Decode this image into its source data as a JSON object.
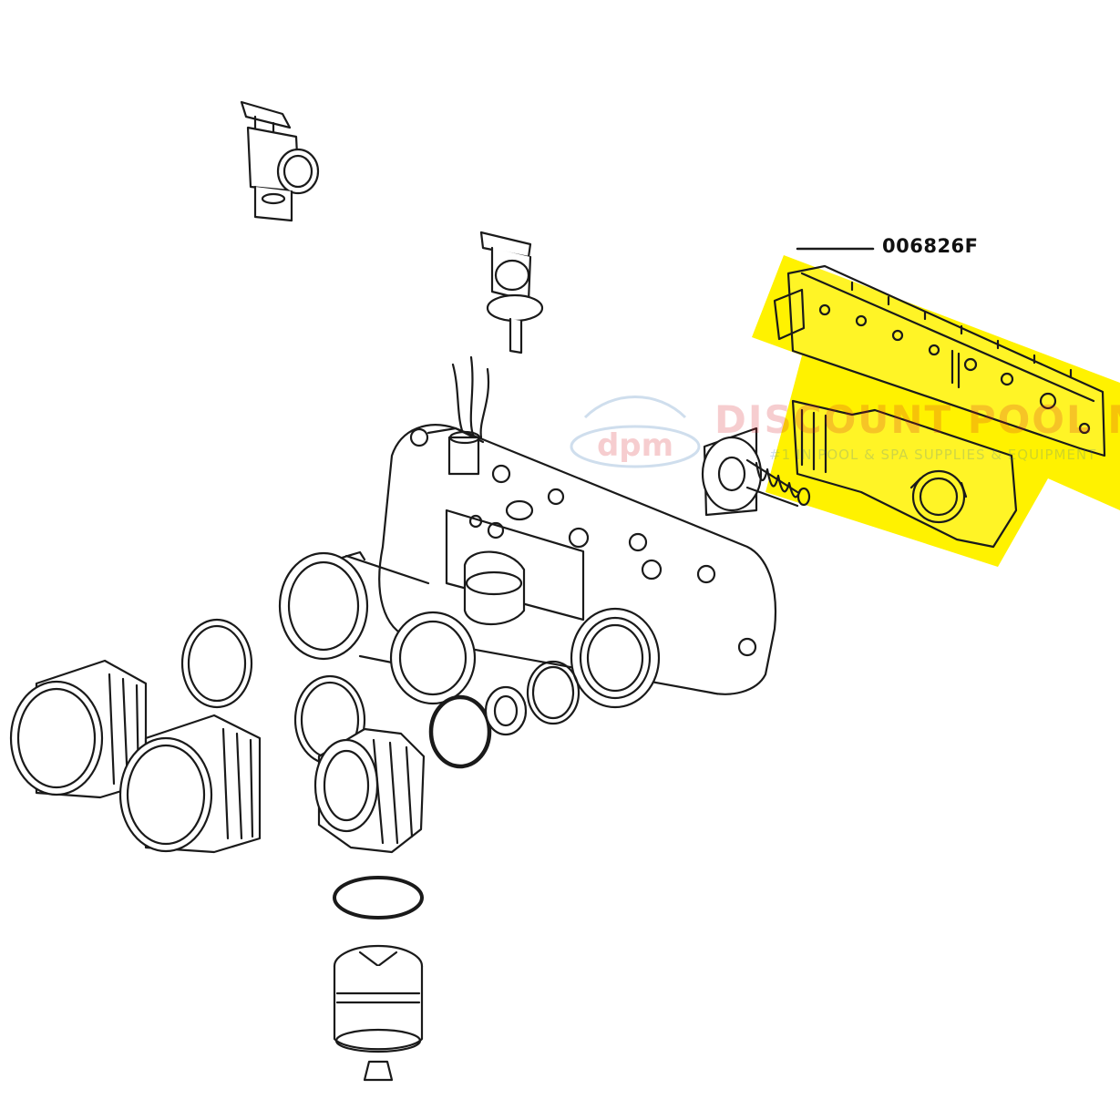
{
  "part_callout": {
    "number": "006826F"
  },
  "watermark": {
    "logo_text": "dpm",
    "title": "DISCOUNT POOL MART",
    "subtitle": "#1 IN POOL & SPA SUPPLIES & EQUIPMENT"
  },
  "colors": {
    "highlight": "#fff200",
    "line": "#1a1a1a",
    "watermark_red": "#d8202a",
    "watermark_blue": "#2b6cb0"
  }
}
